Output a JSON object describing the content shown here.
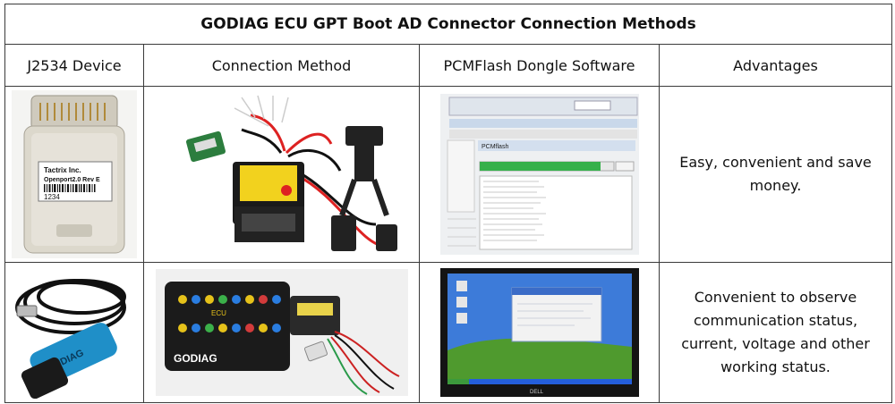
{
  "table": {
    "title": "GODIAG ECU GPT Boot AD Connector Connection Methods",
    "headers": [
      "J2534 Device",
      "Connection Method",
      "PCMFlash Dongle Software",
      "Advantages"
    ],
    "rows": [
      {
        "device_label_line1": "Tactrix Inc.",
        "device_label_line2": "Openport2.0 Rev E",
        "device_label_code": "1234",
        "software_window_title": "PCMflash",
        "software_progress": 0.9,
        "advantage": "Easy, convenient and save money."
      },
      {
        "device_cable_brand": "GODIAG",
        "connector_brand": "GODIAG",
        "connector_model": "ECU",
        "monitor_brand": "DELL",
        "advantage": "Convenient to observe communication status, current, voltage and other working status."
      }
    ]
  },
  "colors": {
    "border": "#3a3a3a",
    "tactrix_shell": "#dcd8cc",
    "godiag_blue": "#1f8fc8",
    "xp_sky": "#3d7bd9",
    "xp_grass": "#4f9a2e",
    "progress_green": "#35b04a"
  }
}
